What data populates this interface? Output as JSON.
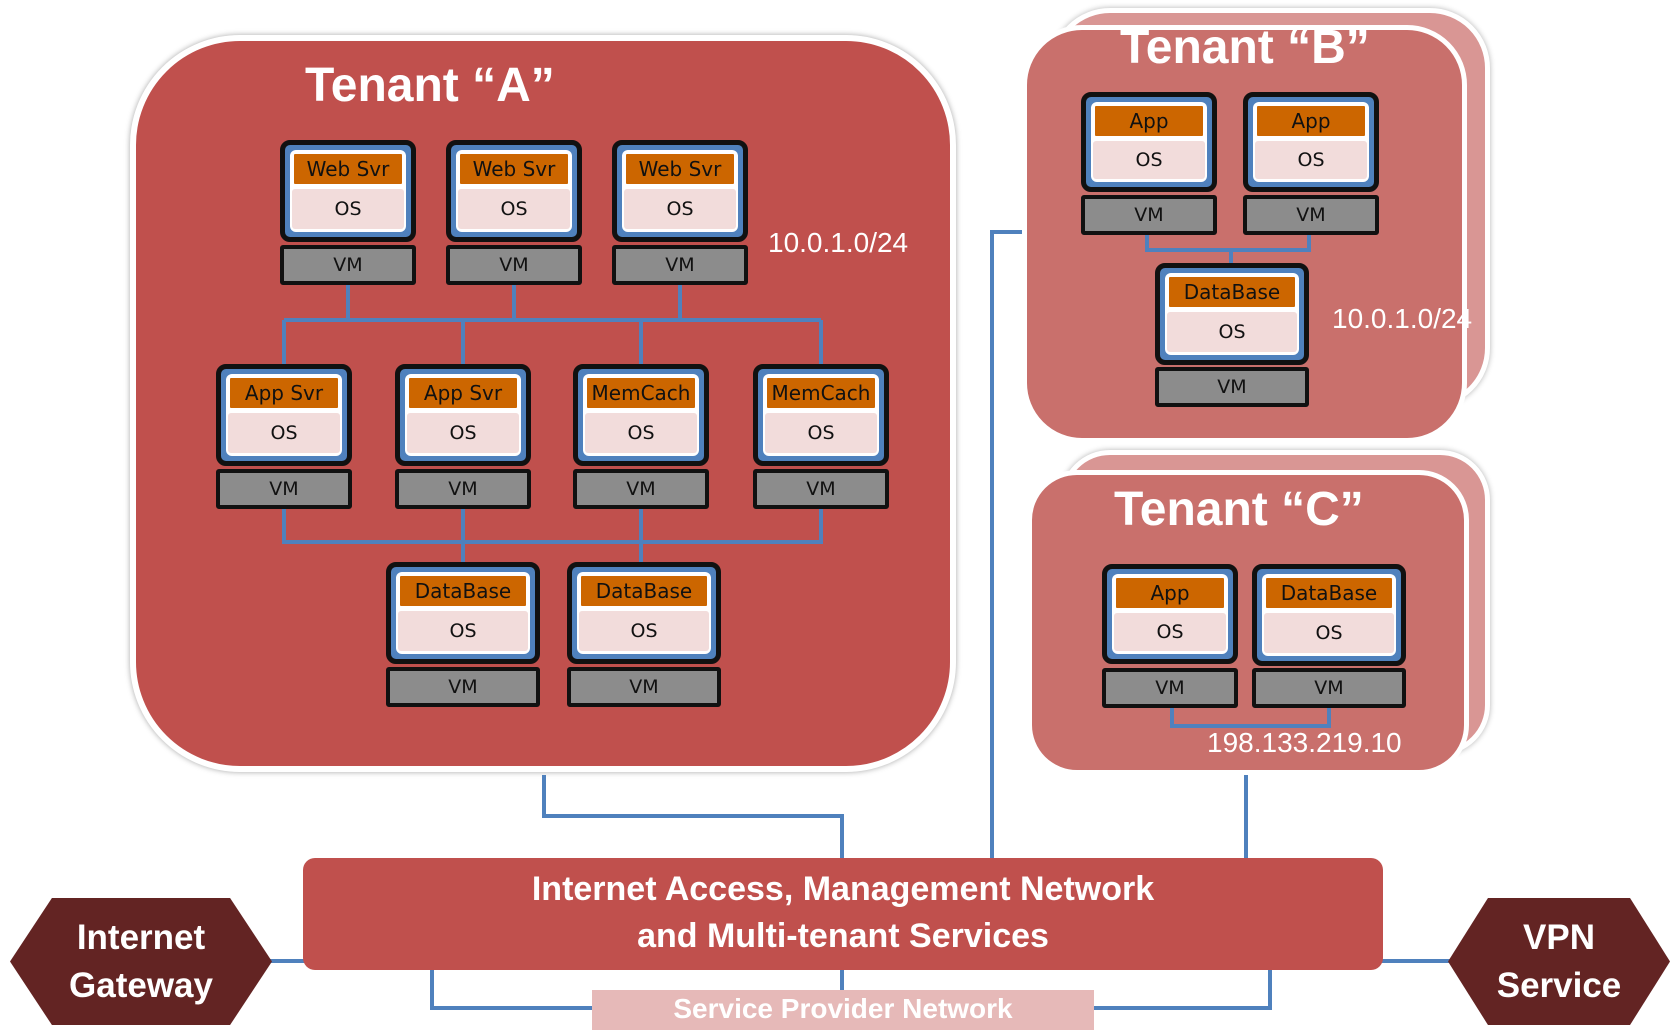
{
  "tenants": {
    "a": {
      "title": "Tenant “A”",
      "subnet": "10.0.1.0/24"
    },
    "b": {
      "title": "Tenant “B”",
      "subnet": "10.0.1.0/24"
    },
    "c": {
      "title": "Tenant “C”",
      "subnet": "198.133.219.10"
    }
  },
  "labels": {
    "os": "OS",
    "vm": "VM"
  },
  "roles": {
    "web_svr": "Web Svr",
    "app_svr": "App Svr",
    "memcach": "MemCach",
    "database": "DataBase",
    "app": "App"
  },
  "network": {
    "line1": "Internet Access, Management Network",
    "line2": "and Multi-tenant Services",
    "service_provider": "Service Provider Network"
  },
  "gateway": {
    "line1": "Internet",
    "line2": "Gateway"
  },
  "vpn": {
    "line1": "VPN",
    "line2": "Service"
  },
  "colors": {
    "tenant_red": "#c0504d",
    "role_orange": "#cc6600",
    "os_pink": "#f2dcdb",
    "vm_gray": "#8c8c8c",
    "link_blue": "#4f81bd",
    "hex_dark": "#632423"
  }
}
